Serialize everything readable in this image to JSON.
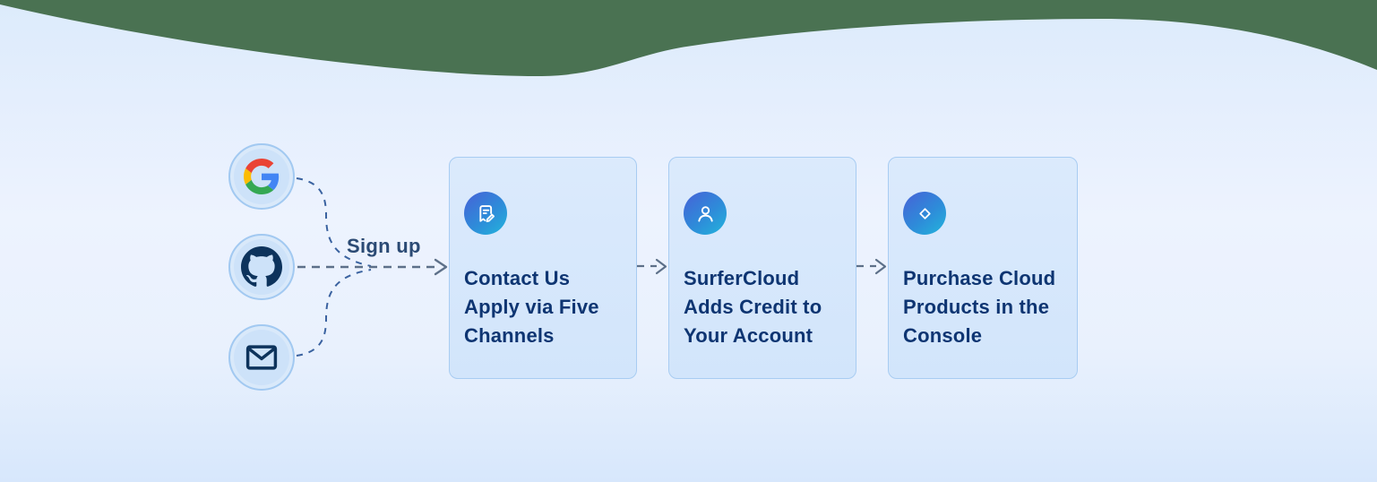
{
  "diagram": {
    "signup_label": "Sign up",
    "providers": [
      {
        "id": "google",
        "icon": "google-icon"
      },
      {
        "id": "github",
        "icon": "github-icon"
      },
      {
        "id": "email",
        "icon": "mail-icon"
      }
    ],
    "steps": [
      {
        "icon": "document-edit-icon",
        "lines": [
          "Contact Us",
          "Apply via Five",
          "Channels"
        ]
      },
      {
        "icon": "user-icon",
        "lines": [
          "SurferCloud",
          "Adds Credit to",
          "Your Account"
        ]
      },
      {
        "icon": "diamond-icon",
        "lines": [
          "Purchase Cloud",
          "Products in the",
          "Console"
        ]
      }
    ],
    "colors": {
      "wave_green": "#4a7252",
      "background_blue": "#e3eefd",
      "card_fill": "#d6e7fb",
      "card_border": "#a8ccf2",
      "circle_fill": "#cde2f9",
      "circle_border": "#a2c9f1",
      "icon_gradient_start": "#4565d8",
      "icon_gradient_end": "#22b5dc",
      "title_text": "#0e3572",
      "dash_line": "#5d7089",
      "dash_curve": "#3a62a0",
      "glyph_navy": "#0d335c",
      "google_red": "#EA4335",
      "google_blue": "#4285F4",
      "google_yellow": "#FBBC05",
      "google_green": "#34A853"
    }
  }
}
